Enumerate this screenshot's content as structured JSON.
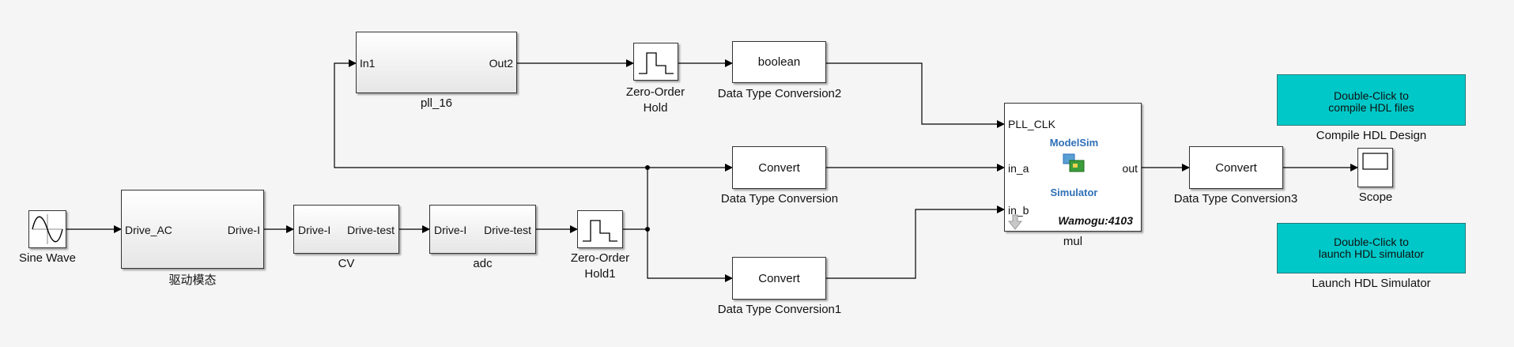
{
  "blocks": {
    "sine": {
      "label": "Sine Wave"
    },
    "drive": {
      "label": "驱动模态",
      "in": "Drive_AC",
      "out": "Drive-I"
    },
    "cv": {
      "label": "CV",
      "in": "Drive-I",
      "out": "Drive-test"
    },
    "adc": {
      "label": "adc",
      "in": "Drive-I",
      "out": "Drive-test"
    },
    "zoh1": {
      "label_line1": "Zero-Order",
      "label_line2": "Hold1"
    },
    "pll": {
      "label": "pll_16",
      "in": "In1",
      "out": "Out2"
    },
    "zoh": {
      "label_line1": "Zero-Order",
      "label_line2": "Hold"
    },
    "dtc2": {
      "text": "boolean",
      "label": "Data Type Conversion2"
    },
    "dtc": {
      "text": "Convert",
      "label": "Data Type Conversion"
    },
    "dtc1": {
      "text": "Convert",
      "label": "Data Type Conversion1"
    },
    "mul": {
      "label": "mul",
      "in1": "PLL_CLK",
      "in2": "in_a",
      "in3": "in_b",
      "out": "out",
      "logo_line1": "ModelSim",
      "logo_line2": "Simulator",
      "tag": "Wamogu:4103"
    },
    "dtc3": {
      "text": "Convert",
      "label": "Data Type Conversion3"
    },
    "scope": {
      "label": "Scope"
    },
    "compile": {
      "line1": "Double-Click to",
      "line2": "compile HDL files",
      "label": "Compile HDL Design"
    },
    "launch": {
      "line1": "Double-Click to",
      "line2": "launch HDL simulator",
      "label": "Launch HDL Simulator"
    }
  },
  "colors": {
    "wire": "#000000",
    "cyan_block": "#00c8c8",
    "logo_blue": "#2e6fb7",
    "background": "#f5f5f5"
  }
}
